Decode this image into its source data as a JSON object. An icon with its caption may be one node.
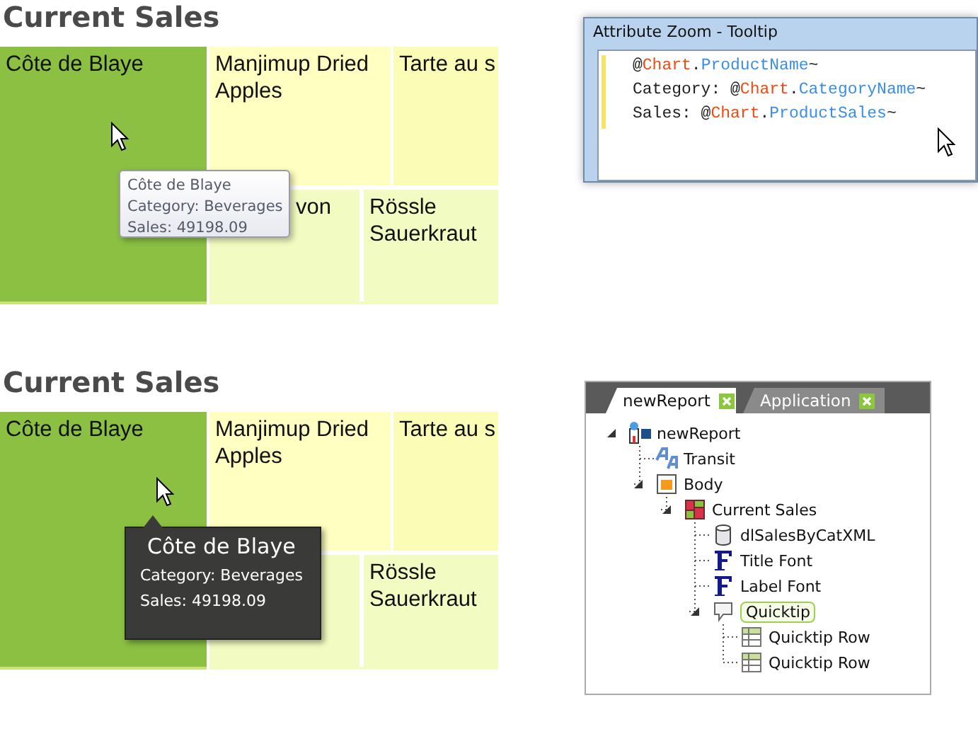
{
  "diagram": {
    "nodes": [
      {
        "text": [
          "Côte de Blaye"
        ]
      },
      {
        "text": [
          "Manjimup Dried Apples"
        ]
      },
      {
        "text": [
          "Tarte au s"
        ]
      },
      {
        "text": [
          "von"
        ]
      },
      {
        "text": [
          "Rössle Sauerkraut"
        ]
      },
      {
        "text": [
          "Côte de Blaye",
          "Category: Beverages",
          "Sales: 49198.09"
        ]
      },
      {
        "text": [
          "Attribute Zoom - Tooltip",
          "@Chart.ProductName~",
          "Category: @Chart.CategoryName~",
          "Sales: @Chart.ProductSales~"
        ]
      },
      {
        "text": [
          "Côte de Blaye"
        ]
      },
      {
        "text": [
          "Manjimup Dried Apples"
        ]
      },
      {
        "text": [
          "Tarte au s"
        ]
      },
      {
        "text": [],
        "shape": "box"
      },
      {
        "text": [
          "Rössle Sauerkraut"
        ]
      },
      {
        "text": [
          "Côte de Blaye",
          "Category: Beverages",
          "Sales: 49198.09"
        ]
      },
      {
        "text": [],
        "shape": "box"
      },
      {
        "text": [
          "newReport"
        ],
        "in": 13
      },
      {
        "text": [
          "Application"
        ],
        "in": 13
      },
      {
        "text": [
          "newReport"
        ],
        "in": 13
      },
      {
        "text": [
          "Transit"
        ],
        "in": 13
      },
      {
        "text": [
          "Body"
        ],
        "in": 13
      },
      {
        "text": [
          "Current Sales"
        ],
        "in": 13
      },
      {
        "text": [
          "dlSalesByCatXML"
        ],
        "in": 13
      },
      {
        "text": [
          "Title Font"
        ],
        "in": 13
      },
      {
        "text": [
          "Label Font"
        ],
        "in": 13
      },
      {
        "text": [
          "Quicktip"
        ],
        "in": 13
      },
      {
        "text": [
          "Quicktip Row"
        ],
        "in": 13
      },
      {
        "text": [
          "Quicktip Row"
        ],
        "in": 13
      }
    ],
    "edges": [
      {
        "from": 16,
        "to": 17,
        "arrow": "none",
        "style": "dashed"
      },
      {
        "from": 16,
        "to": 18,
        "arrow": "none",
        "style": "dashed"
      },
      {
        "from": 18,
        "to": 19,
        "arrow": "none",
        "style": "dashed"
      },
      {
        "from": 19,
        "to": 20,
        "arrow": "none",
        "style": "dashed"
      },
      {
        "from": 19,
        "to": 21,
        "arrow": "none",
        "style": "dashed"
      },
      {
        "from": 19,
        "to": 22,
        "arrow": "none",
        "style": "dashed"
      },
      {
        "from": 19,
        "to": 23,
        "arrow": "none",
        "style": "dashed"
      },
      {
        "from": 23,
        "to": 24,
        "arrow": "none",
        "style": "dashed"
      },
      {
        "from": 23,
        "to": 25,
        "arrow": "none",
        "style": "dashed"
      }
    ],
    "labels": [
      "Current Sales",
      "Current Sales"
    ]
  }
}
